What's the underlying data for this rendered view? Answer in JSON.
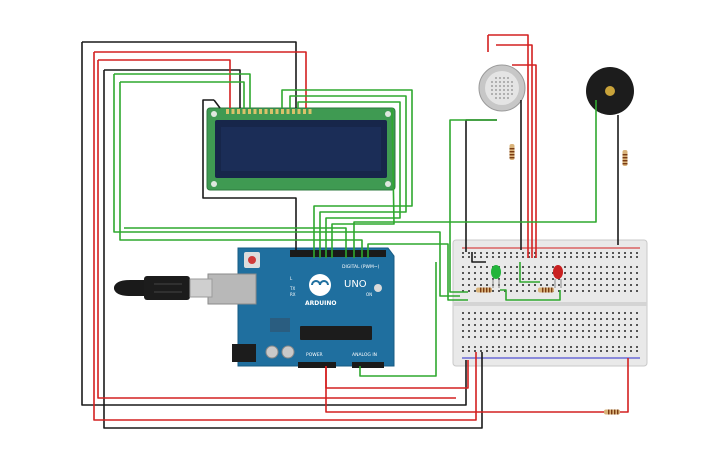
{
  "arduino": {
    "logo_text": "ARDUINO",
    "model_text": "UNO",
    "digital_header": "DIGITAL (PWM~)",
    "power_header": "POWER",
    "analog_header": "ANALOG IN",
    "tx_label": "TX",
    "rx_label": "RX",
    "l_label": "L",
    "on_label": "ON"
  },
  "colors": {
    "wire_black": "#1a1a1a",
    "wire_red": "#d42020",
    "wire_green": "#2fa82f",
    "board_blue": "#1f6f9f",
    "lcd_pcb": "#3f9a52",
    "lcd_screen": "#1b2d57",
    "led_green": "#22b43a",
    "led_red": "#c82020",
    "breadboard": "#e9e9e9",
    "buzzer_body": "#1c1c1c",
    "buzzer_center": "#c9a33a"
  },
  "components": [
    {
      "name": "lcd-16x2",
      "icon": "lcd-display-icon"
    },
    {
      "name": "arduino-uno",
      "icon": "microcontroller-icon"
    },
    {
      "name": "gas-sensor",
      "icon": "gas-sensor-icon"
    },
    {
      "name": "piezo-buzzer",
      "icon": "buzzer-icon"
    },
    {
      "name": "green-led",
      "icon": "led-icon"
    },
    {
      "name": "red-led",
      "icon": "led-icon"
    },
    {
      "name": "breadboard",
      "icon": "breadboard-icon"
    },
    {
      "name": "usb-cable",
      "icon": "usb-plug-icon"
    },
    {
      "name": "resistors",
      "icon": "resistor-icon"
    }
  ]
}
